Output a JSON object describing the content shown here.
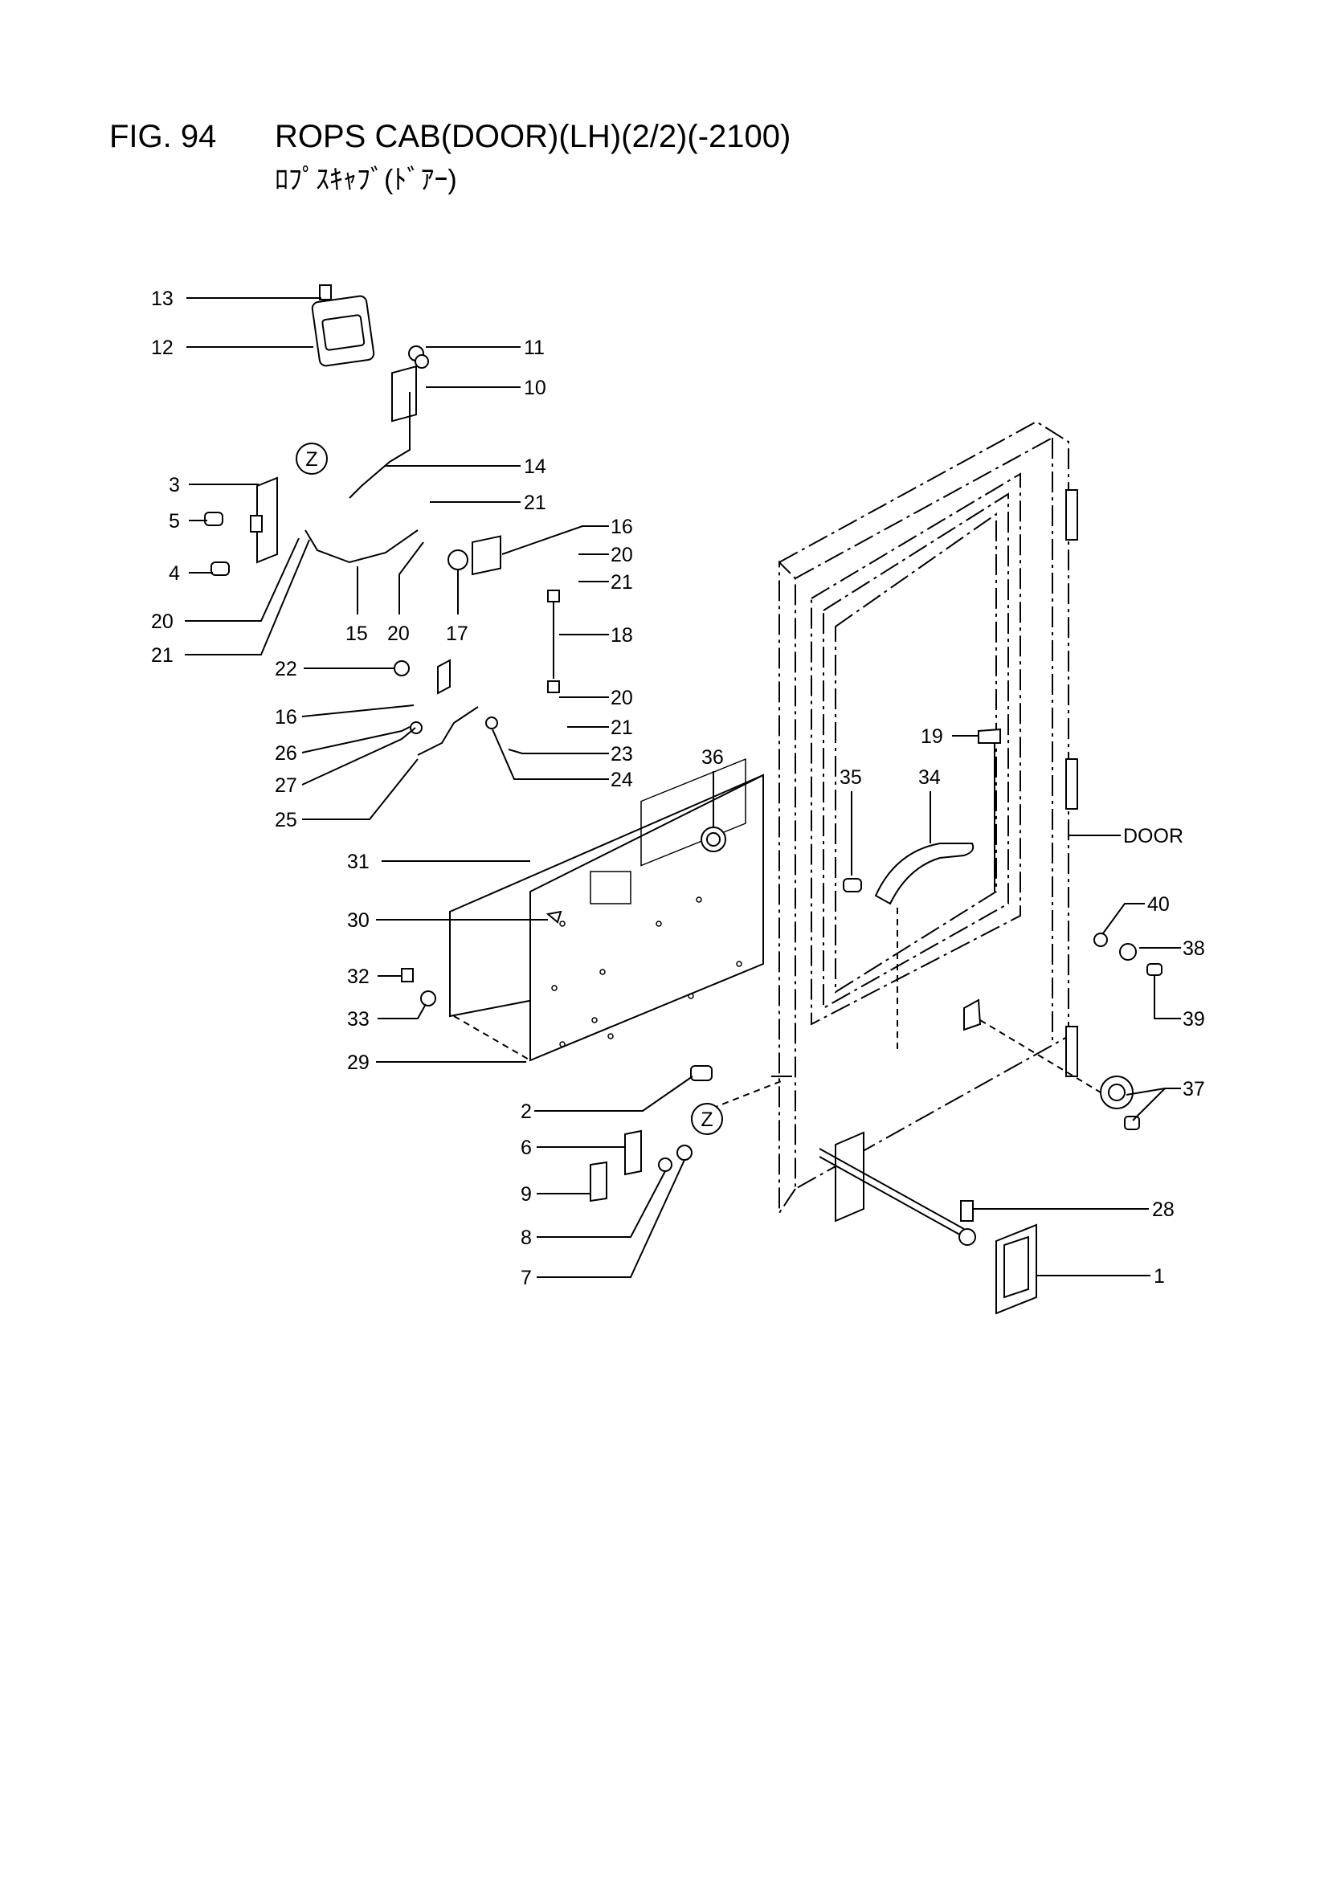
{
  "figure": {
    "number": "FIG. 94",
    "title": "ROPS CAB(DOOR)(LH)(2/2)(-2100)",
    "subtitle": "ﾛﾌﾟｽｷｬﾌﾞ(ﾄﾞｱｰ)"
  },
  "view_marker": "Z",
  "callouts": [
    {
      "id": "13",
      "text": "13"
    },
    {
      "id": "12",
      "text": "12"
    },
    {
      "id": "11",
      "text": "11"
    },
    {
      "id": "10",
      "text": "10"
    },
    {
      "id": "14",
      "text": "14"
    },
    {
      "id": "3",
      "text": "3"
    },
    {
      "id": "5",
      "text": "5"
    },
    {
      "id": "4",
      "text": "4"
    },
    {
      "id": "21a",
      "text": "21"
    },
    {
      "id": "16a",
      "text": "16"
    },
    {
      "id": "20a",
      "text": "20"
    },
    {
      "id": "21b",
      "text": "21"
    },
    {
      "id": "20b",
      "text": "20"
    },
    {
      "id": "21c",
      "text": "21"
    },
    {
      "id": "15",
      "text": "15"
    },
    {
      "id": "20c",
      "text": "20"
    },
    {
      "id": "17",
      "text": "17"
    },
    {
      "id": "18",
      "text": "18"
    },
    {
      "id": "22",
      "text": "22"
    },
    {
      "id": "20d",
      "text": "20"
    },
    {
      "id": "16b",
      "text": "16"
    },
    {
      "id": "21d",
      "text": "21"
    },
    {
      "id": "26",
      "text": "26"
    },
    {
      "id": "23",
      "text": "23"
    },
    {
      "id": "27",
      "text": "27"
    },
    {
      "id": "24",
      "text": "24"
    },
    {
      "id": "25",
      "text": "25"
    },
    {
      "id": "36",
      "text": "36"
    },
    {
      "id": "19",
      "text": "19"
    },
    {
      "id": "35",
      "text": "35"
    },
    {
      "id": "34",
      "text": "34"
    },
    {
      "id": "door",
      "text": "DOOR"
    },
    {
      "id": "31",
      "text": "31"
    },
    {
      "id": "40",
      "text": "40"
    },
    {
      "id": "30",
      "text": "30"
    },
    {
      "id": "38",
      "text": "38"
    },
    {
      "id": "32",
      "text": "32"
    },
    {
      "id": "39",
      "text": "39"
    },
    {
      "id": "33",
      "text": "33"
    },
    {
      "id": "29",
      "text": "29"
    },
    {
      "id": "37",
      "text": "37"
    },
    {
      "id": "2",
      "text": "2"
    },
    {
      "id": "6",
      "text": "6"
    },
    {
      "id": "9",
      "text": "9"
    },
    {
      "id": "28",
      "text": "28"
    },
    {
      "id": "8",
      "text": "8"
    },
    {
      "id": "7",
      "text": "7"
    },
    {
      "id": "1",
      "text": "1"
    }
  ]
}
